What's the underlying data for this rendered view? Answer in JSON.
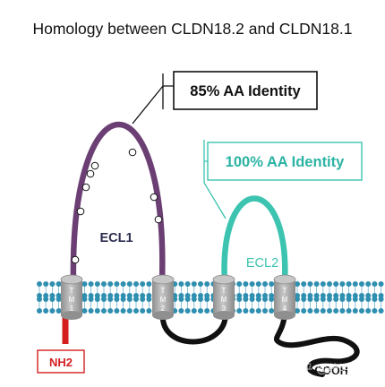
{
  "title": "Homology between CLDN18.2 and CLDN18.1",
  "callout_ecl1": "85% AA Identity",
  "callout_ecl2": "100% AA Identity",
  "loop_labels": {
    "ecl1": "ECL1",
    "ecl2": "ECL2"
  },
  "tm_letters": [
    "T",
    "M"
  ],
  "tm_numbers": [
    "1",
    "2",
    "3",
    "4"
  ],
  "terminus": {
    "n": "NH2",
    "c": "COOH"
  },
  "watermark": "知乎 @药明生物",
  "colors": {
    "ecl1": "#6b3f73",
    "ecl2": "#3cc4b0",
    "membrane": "#2f8fb0",
    "tm": "#a9a9a9",
    "n_terminus": "#d41f1f",
    "callout_ecl2_text": "#2bb3a3"
  }
}
